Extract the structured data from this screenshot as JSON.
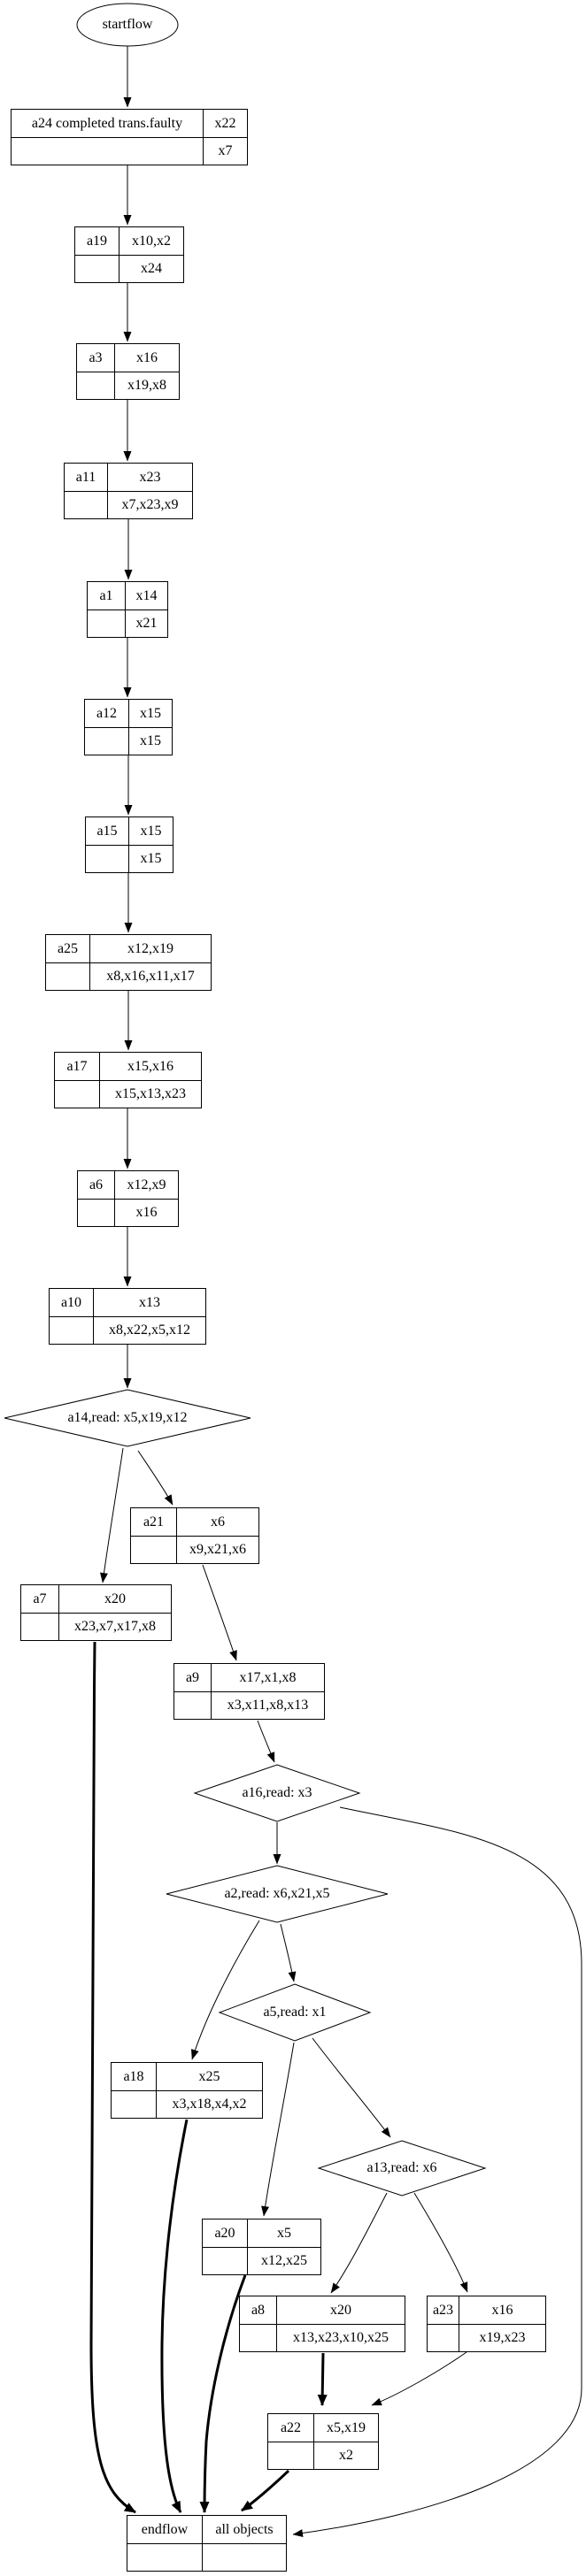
{
  "diagram": {
    "background_color": "#ffffff",
    "line_color": "#000000",
    "nodes": {
      "startflow": {
        "label": "startflow"
      },
      "a24": {
        "name": "a24 completed trans.faulty",
        "produce": "x22",
        "consume": "x7"
      },
      "a19": {
        "name": "a19",
        "produce": "x10,x2",
        "consume": "x24"
      },
      "a3": {
        "name": "a3",
        "produce": "x16",
        "consume": "x19,x8"
      },
      "a11": {
        "name": "a11",
        "produce": "x23",
        "consume": "x7,x23,x9"
      },
      "a1": {
        "name": "a1",
        "produce": "x14",
        "consume": "x21"
      },
      "a12": {
        "name": "a12",
        "produce": "x15",
        "consume": "x15"
      },
      "a15": {
        "name": "a15",
        "produce": "x15",
        "consume": "x15"
      },
      "a25": {
        "name": "a25",
        "produce": "x12,x19",
        "consume": "x8,x16,x11,x17"
      },
      "a17": {
        "name": "a17",
        "produce": "x15,x16",
        "consume": "x15,x13,x23"
      },
      "a6": {
        "name": "a6",
        "produce": "x12,x9",
        "consume": "x16"
      },
      "a10": {
        "name": "a10",
        "produce": "x13",
        "consume": "x8,x22,x5,x12"
      },
      "a14": {
        "label": "a14,read: x5,x19,x12"
      },
      "a21": {
        "name": "a21",
        "produce": "x6",
        "consume": "x9,x21,x6"
      },
      "a7": {
        "name": "a7",
        "produce": "x20",
        "consume": "x23,x7,x17,x8"
      },
      "a9": {
        "name": "a9",
        "produce": "x17,x1,x8",
        "consume": "x3,x11,x8,x13"
      },
      "a16": {
        "label": "a16,read: x3"
      },
      "a2": {
        "label": "a2,read: x6,x21,x5"
      },
      "a5": {
        "label": "a5,read: x1"
      },
      "a18": {
        "name": "a18",
        "produce": "x25",
        "consume": "x3,x18,x4,x2"
      },
      "a13": {
        "label": "a13,read: x6"
      },
      "a20": {
        "name": "a20",
        "produce": "x5",
        "consume": "x12,x25"
      },
      "a8": {
        "name": "a8",
        "produce": "x20",
        "consume": "x13,x23,x10,x25"
      },
      "a23": {
        "name": "a23",
        "produce": "x16",
        "consume": "x19,x23"
      },
      "a22": {
        "name": "a22",
        "produce": "x5,x19",
        "consume": "x2"
      },
      "endflow": {
        "name": "endflow",
        "produce": "all objects",
        "consume": ""
      }
    },
    "edges": [
      {
        "from": "startflow",
        "to": "a24",
        "style": "solid"
      },
      {
        "from": "a24",
        "to": "a19",
        "style": "solid"
      },
      {
        "from": "a19",
        "to": "a3",
        "style": "solid"
      },
      {
        "from": "a3",
        "to": "a11",
        "style": "solid"
      },
      {
        "from": "a11",
        "to": "a1",
        "style": "solid"
      },
      {
        "from": "a1",
        "to": "a12",
        "style": "solid"
      },
      {
        "from": "a12",
        "to": "a15",
        "style": "solid"
      },
      {
        "from": "a15",
        "to": "a25",
        "style": "solid"
      },
      {
        "from": "a25",
        "to": "a17",
        "style": "solid"
      },
      {
        "from": "a17",
        "to": "a6",
        "style": "solid"
      },
      {
        "from": "a6",
        "to": "a10",
        "style": "solid"
      },
      {
        "from": "a10",
        "to": "a14",
        "style": "solid"
      },
      {
        "from": "a14",
        "to": "a7",
        "style": "solid"
      },
      {
        "from": "a14",
        "to": "a21",
        "style": "solid"
      },
      {
        "from": "a21",
        "to": "a9",
        "style": "solid"
      },
      {
        "from": "a9",
        "to": "a16",
        "style": "solid"
      },
      {
        "from": "a16",
        "to": "a2",
        "style": "solid"
      },
      {
        "from": "a16",
        "to": "endflow",
        "style": "solid"
      },
      {
        "from": "a2",
        "to": "a18",
        "style": "solid"
      },
      {
        "from": "a2",
        "to": "a5",
        "style": "solid"
      },
      {
        "from": "a5",
        "to": "a20",
        "style": "solid"
      },
      {
        "from": "a5",
        "to": "a13",
        "style": "solid"
      },
      {
        "from": "a13",
        "to": "a8",
        "style": "solid"
      },
      {
        "from": "a13",
        "to": "a23",
        "style": "solid"
      },
      {
        "from": "a7",
        "to": "endflow",
        "style": "bold"
      },
      {
        "from": "a18",
        "to": "endflow",
        "style": "bold"
      },
      {
        "from": "a20",
        "to": "endflow",
        "style": "bold"
      },
      {
        "from": "a8",
        "to": "a22",
        "style": "bold"
      },
      {
        "from": "a23",
        "to": "a22",
        "style": "solid"
      },
      {
        "from": "a22",
        "to": "endflow",
        "style": "bold"
      }
    ]
  }
}
